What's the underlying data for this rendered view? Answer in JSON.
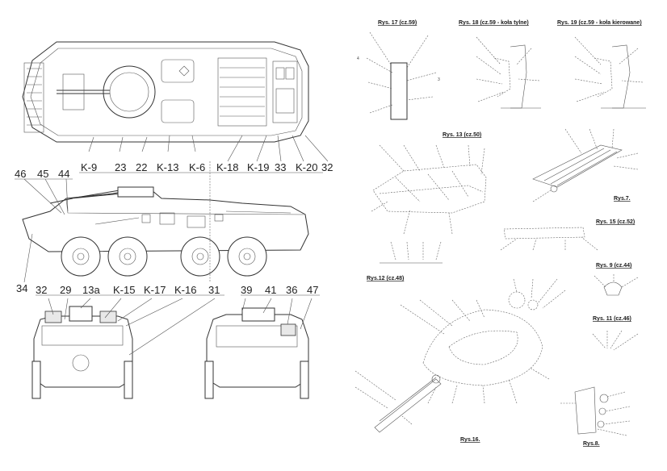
{
  "vehicle": {
    "top_callouts": [
      "K-9",
      "23",
      "22",
      "K-13",
      "K-6",
      "K-18",
      "K-19",
      "33",
      "K-20",
      "32"
    ],
    "side_callouts": [
      "46",
      "45",
      "44",
      "34"
    ],
    "front_callouts": [
      "32",
      "29",
      "13a",
      "K-15",
      "K-17",
      "K-16",
      "31"
    ],
    "rear_callouts": [
      "39",
      "41",
      "36",
      "47"
    ]
  },
  "figures": {
    "rys17": "Rys. 17 (cz.59)",
    "rys18": "Rys. 18 (cz.59 - koła tylne)",
    "rys19": "Rys. 19 (cz.59 - koła kierowane)",
    "rys13": "Rys. 13 (cz.50)",
    "rys7": "Rys.7.",
    "rys15": "Rys. 15 (cz.52)",
    "rys12": "Rys.12 (cz.48)",
    "rys9": "Rys. 9 (cz.44)",
    "rys11": "Rys. 11 (cz.46)",
    "rys16": "Rys.16.",
    "rys8": "Rys.8."
  }
}
